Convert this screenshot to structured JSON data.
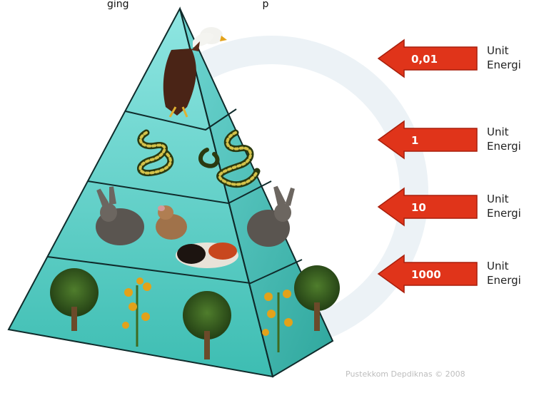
{
  "top_caption": "ging                                          p",
  "levels": [
    {
      "value": "0,01",
      "unit_line1": "Unit",
      "unit_line2": "Energi"
    },
    {
      "value": "1",
      "unit_line1": "Unit",
      "unit_line2": "Energi"
    },
    {
      "value": "10",
      "unit_line1": "Unit",
      "unit_line2": "Energi"
    },
    {
      "value": "1000",
      "unit_line1": "Unit",
      "unit_line2": "Energi"
    }
  ],
  "credit": "Pustekkom Depdiknas © 2008",
  "icons": [
    "eagle-icon",
    "snake-icon",
    "rabbit-icon",
    "mouse-icon",
    "guinea-pig-icon",
    "tree-icon",
    "flower-plant-icon"
  ],
  "colors": {
    "arrow": "#e0341a",
    "pyramid_top": "#5fd3cf",
    "pyramid_bottom": "#3fb7a8",
    "edge": "#0f2b2b",
    "credit": "#bdbdbd"
  }
}
